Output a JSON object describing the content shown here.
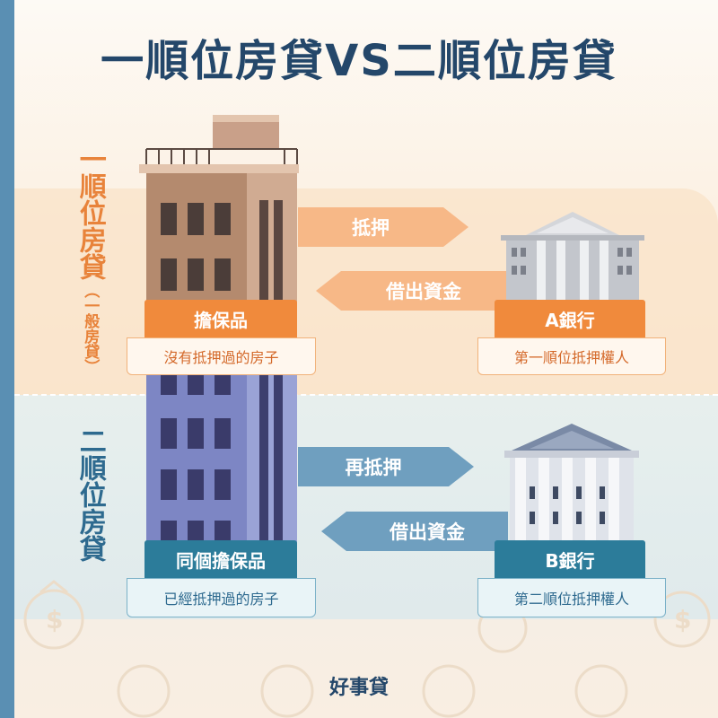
{
  "title": "一順位房貸VS二順位房貸",
  "sections": {
    "first": {
      "label": "一順位房貸",
      "sublabel": "（一般房貸）",
      "collateral_tag": "擔保品",
      "collateral_desc": "沒有抵押過的房子",
      "arrow_right": "抵押",
      "arrow_left": "借出資金",
      "bank_tag": "A銀行",
      "bank_desc": "第一順位抵押權人"
    },
    "second": {
      "label": "二順位房貸",
      "collateral_tag": "同個擔保品",
      "collateral_desc": "已經抵押過的房子",
      "arrow_right": "再抵押",
      "arrow_left": "借出資金",
      "bank_tag": "B銀行",
      "bank_desc": "第二順位抵押權人"
    }
  },
  "footer": "好事貸",
  "colors": {
    "navy": "#24476a",
    "orange": "#f08a3c",
    "light_orange": "#f7b887",
    "teal": "#2c7c9a",
    "steel_blue": "#6f9fbf",
    "left_bar": "#5a8fb3"
  },
  "icons": [
    "building-icon",
    "bank-icon",
    "money-bag-icon"
  ]
}
